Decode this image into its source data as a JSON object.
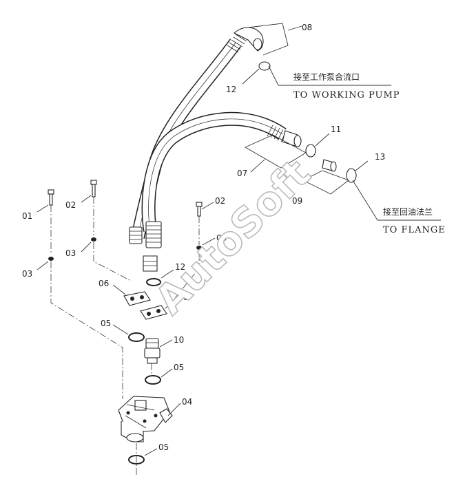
{
  "callouts": {
    "c08": "08",
    "c12a": "12",
    "c11": "11",
    "c13": "13",
    "c07": "07",
    "c09": "09",
    "c01": "01",
    "c02a": "02",
    "c02b": "02",
    "c03a": "03",
    "c03b": "03",
    "c03c": "03",
    "c06a": "06",
    "c06b": "06",
    "c12b": "12",
    "c05a": "05",
    "c10": "10",
    "c05b": "05",
    "c04": "04",
    "c05c": "05"
  },
  "captions": {
    "pump_cn": "接至工作泵合流口",
    "pump_en": "TO WORKING PUMP",
    "flange_cn": "接至回油法兰",
    "flange_en": "TO FLANGE"
  },
  "watermark": "AutoSoft"
}
